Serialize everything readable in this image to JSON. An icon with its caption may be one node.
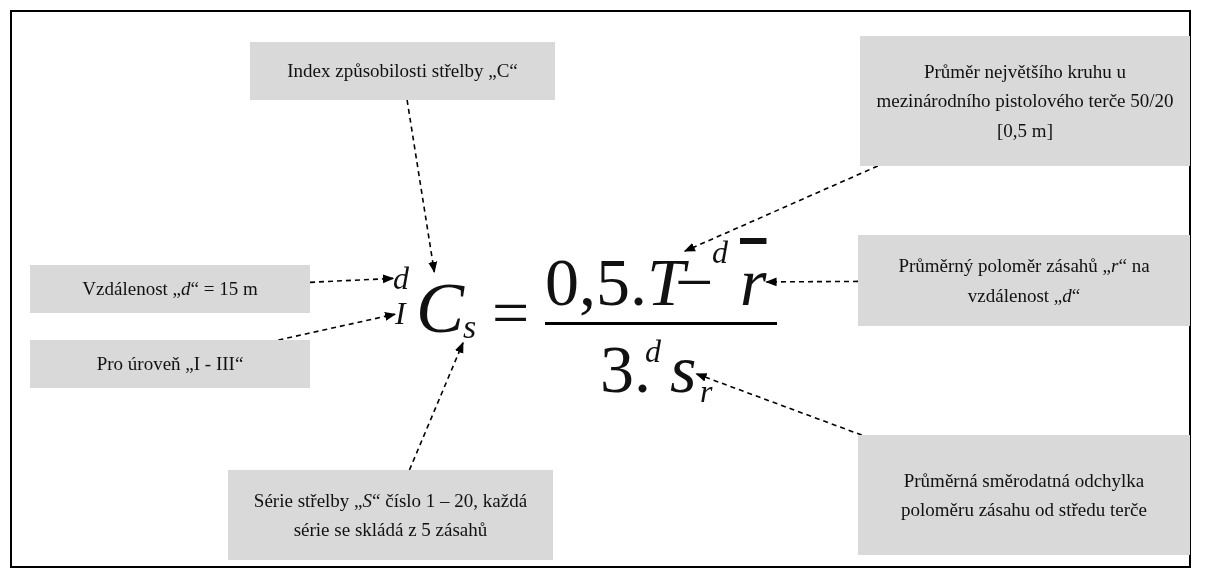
{
  "diagram": {
    "nodes": [
      {
        "text": [
          "Index způsobilosti střelby „C“"
        ]
      },
      {
        "text": [
          "Průměr největšího kruhu u mezinárodního pistolového terče 50/20 [0,5 m]"
        ]
      },
      {
        "text": [
          "Vzdálenost „*d*“ = 15 m"
        ]
      },
      {
        "text": [
          "Průměrný poloměr zásahů „*r*“ na vzdálenost „*d*“"
        ]
      },
      {
        "text": [
          "Pro úroveň „I - III“"
        ]
      },
      {
        "text": [
          "Série střelby „*S*“ číslo 1 – 20, každá série se skládá z 5 zásahů"
        ]
      },
      {
        "text": [
          "Průměrná směrodatná odchylka poloměru zásahu od středu terče"
        ]
      },
      {
        "text": [
          "d"
        ]
      },
      {
        "text": [
          "I"
        ]
      },
      {
        "text": [
          "C"
        ]
      },
      {
        "text": [
          "s"
        ]
      },
      {
        "text": [
          "0,5.*T*"
        ]
      },
      {
        "text": [
          "r"
        ]
      },
      {
        "text": [
          "s"
        ]
      }
    ],
    "edges": [
      {
        "from": 0,
        "to": 9,
        "arrow": "to",
        "style": "dashed"
      },
      {
        "from": 1,
        "to": 11,
        "arrow": "to",
        "style": "dashed"
      },
      {
        "from": 2,
        "to": 7,
        "arrow": "to",
        "style": "dashed"
      },
      {
        "from": 3,
        "to": 12,
        "arrow": "to",
        "style": "dashed"
      },
      {
        "from": 4,
        "to": 8,
        "arrow": "to",
        "style": "dashed"
      },
      {
        "from": 5,
        "to": 10,
        "arrow": "to",
        "style": "dashed"
      },
      {
        "from": 6,
        "to": 13,
        "arrow": "to",
        "style": "dashed"
      }
    ],
    "labels": [
      "=",
      "−",
      "d",
      "3.",
      "d",
      "r"
    ]
  }
}
